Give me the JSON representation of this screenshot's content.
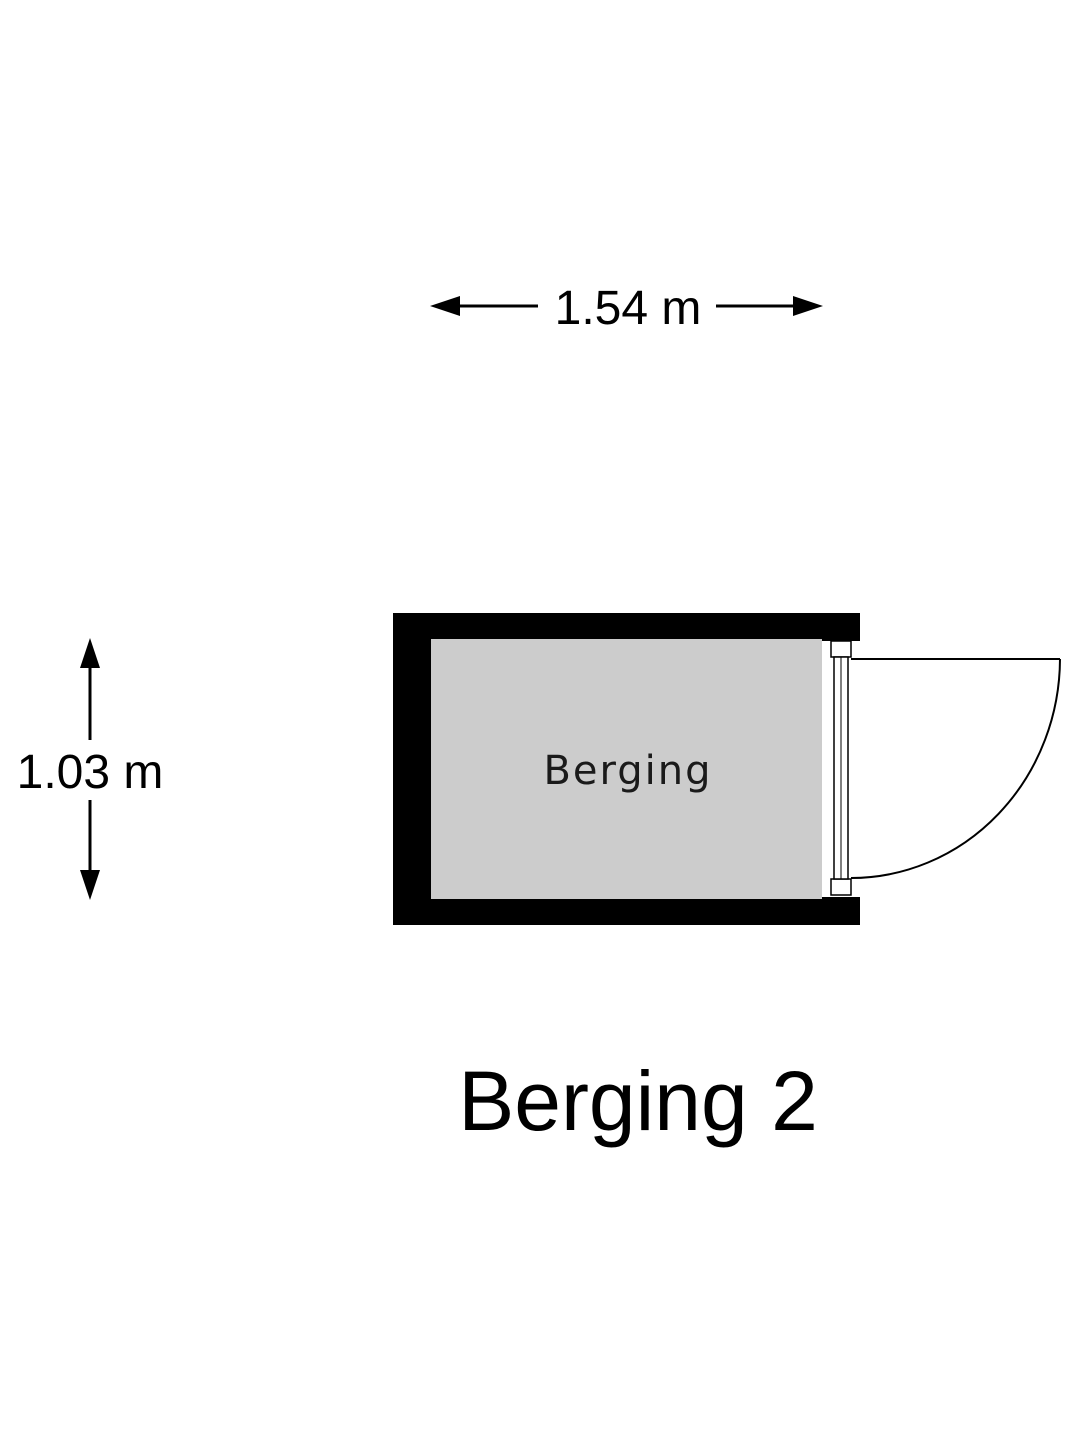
{
  "plan": {
    "title": "Berging 2",
    "room": {
      "label": "Berging",
      "fill_color": "#cccccc"
    },
    "wall_color": "#000000",
    "dimensions": {
      "width_label": "1.54 m",
      "height_label": "1.03 m"
    }
  }
}
